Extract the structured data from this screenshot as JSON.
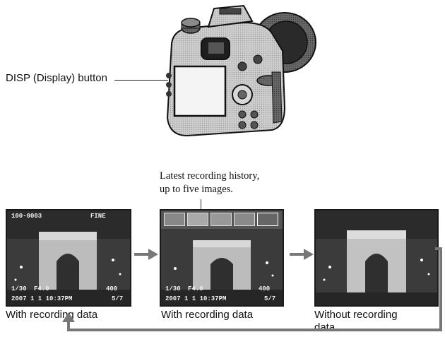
{
  "camera": {
    "disp_button_label": "DISP (Display) button"
  },
  "history_note": {
    "line1": "Latest recording history,",
    "line2": "up to five images."
  },
  "screens": [
    {
      "caption_lines": [
        "With recording data"
      ],
      "osd": {
        "folder_file": "100-0003",
        "quality": "FINE",
        "shutter": "1/30",
        "aperture": "F4.0",
        "iso": "400",
        "date": "2007  1  1 10:37PM",
        "frame": "5/7"
      }
    },
    {
      "caption_lines": [
        "With recording data"
      ],
      "osd": {
        "shutter": "1/30",
        "aperture": "F4.0",
        "iso": "400",
        "date": "2007  1  1 10:37PM",
        "frame": "5/7"
      }
    },
    {
      "caption_lines": [
        "Without recording",
        "data"
      ]
    }
  ]
}
